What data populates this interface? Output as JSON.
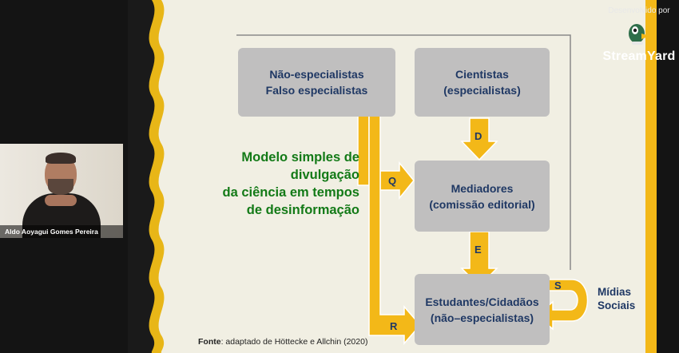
{
  "webcam": {
    "participant_name": "Aldo Aoyagui Gomes Pereira"
  },
  "branding": {
    "developed_by": "Desenvolvido por",
    "app_name": "StreamYard"
  },
  "slide": {
    "title_lines": [
      "Modelo simples de",
      "divulgação",
      "da ciência em tempos",
      "de desinformação"
    ],
    "boxes": {
      "non_experts": [
        "Não-especialistas",
        "Falso especialistas"
      ],
      "scientists": [
        "Cientistas",
        "(especialistas)"
      ],
      "mediators": [
        "Mediadores",
        "(comissão editorial)"
      ],
      "students": [
        "Estudantes/Cidadãos",
        "(não–especialistas)"
      ]
    },
    "arrow_labels": {
      "d": "D",
      "e": "E",
      "q": "Q",
      "r": "R",
      "s": "S"
    },
    "social_media": [
      "Mídias",
      "Sociais"
    ],
    "source_label": "Fonte",
    "source_text": ": adaptado de Höttecke e Allchin (2020)"
  },
  "colors": {
    "arrow_fill": "#f3b818",
    "arrow_stroke": "#ffffff",
    "title_green": "#137a17",
    "box_text_navy": "#1f3864",
    "box_fill": "#c0bfbf",
    "slide_bg": "#f1efe3"
  }
}
